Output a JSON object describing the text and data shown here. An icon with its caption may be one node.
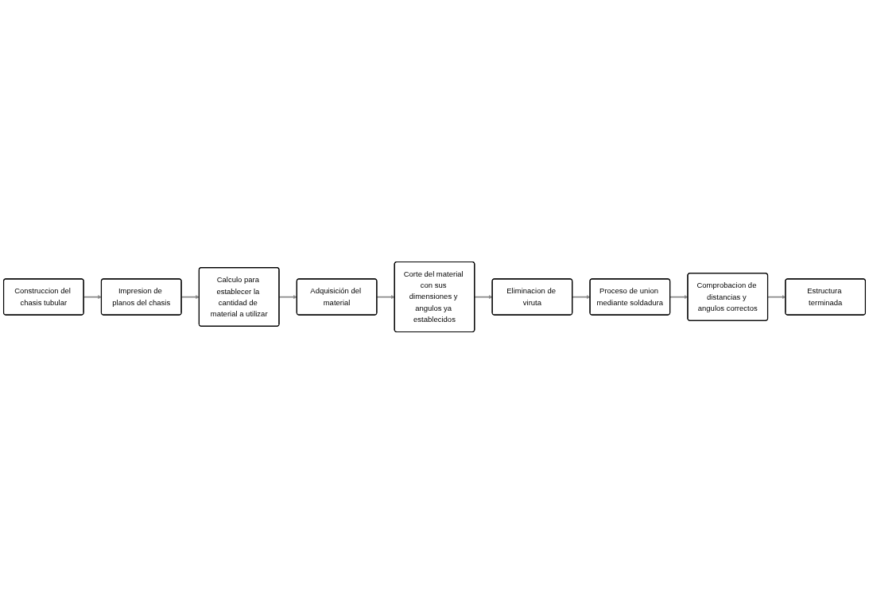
{
  "diagram": {
    "nodes": [
      {
        "text": [
          "Construccion del chasis tubular"
        ]
      },
      {
        "text": [
          "Impresion de planos del chasis"
        ]
      },
      {
        "text": [
          "Calculo para establecer la cantidad de material a utilizar"
        ]
      },
      {
        "text": [
          "Adquisición del material"
        ]
      },
      {
        "text": [
          "Corte del material con sus dimensiones y angulos ya establecidos"
        ]
      },
      {
        "text": [
          "Eliminacion de viruta"
        ]
      },
      {
        "text": [
          "Proceso de union mediante soldadura"
        ]
      },
      {
        "text": [
          "Comprobacion de distancias y angulos correctos"
        ]
      },
      {
        "text": [
          "Estructura terminada"
        ]
      }
    ],
    "edges": [
      {
        "from": 0,
        "to": 1,
        "arrow": "to"
      },
      {
        "from": 1,
        "to": 2,
        "arrow": "to"
      },
      {
        "from": 2,
        "to": 3,
        "arrow": "to"
      },
      {
        "from": 3,
        "to": 4,
        "arrow": "to"
      },
      {
        "from": 4,
        "to": 5,
        "arrow": "to"
      },
      {
        "from": 5,
        "to": 6,
        "arrow": "to"
      },
      {
        "from": 6,
        "to": 7,
        "arrow": "to"
      },
      {
        "from": 7,
        "to": 8,
        "arrow": "to"
      }
    ]
  }
}
